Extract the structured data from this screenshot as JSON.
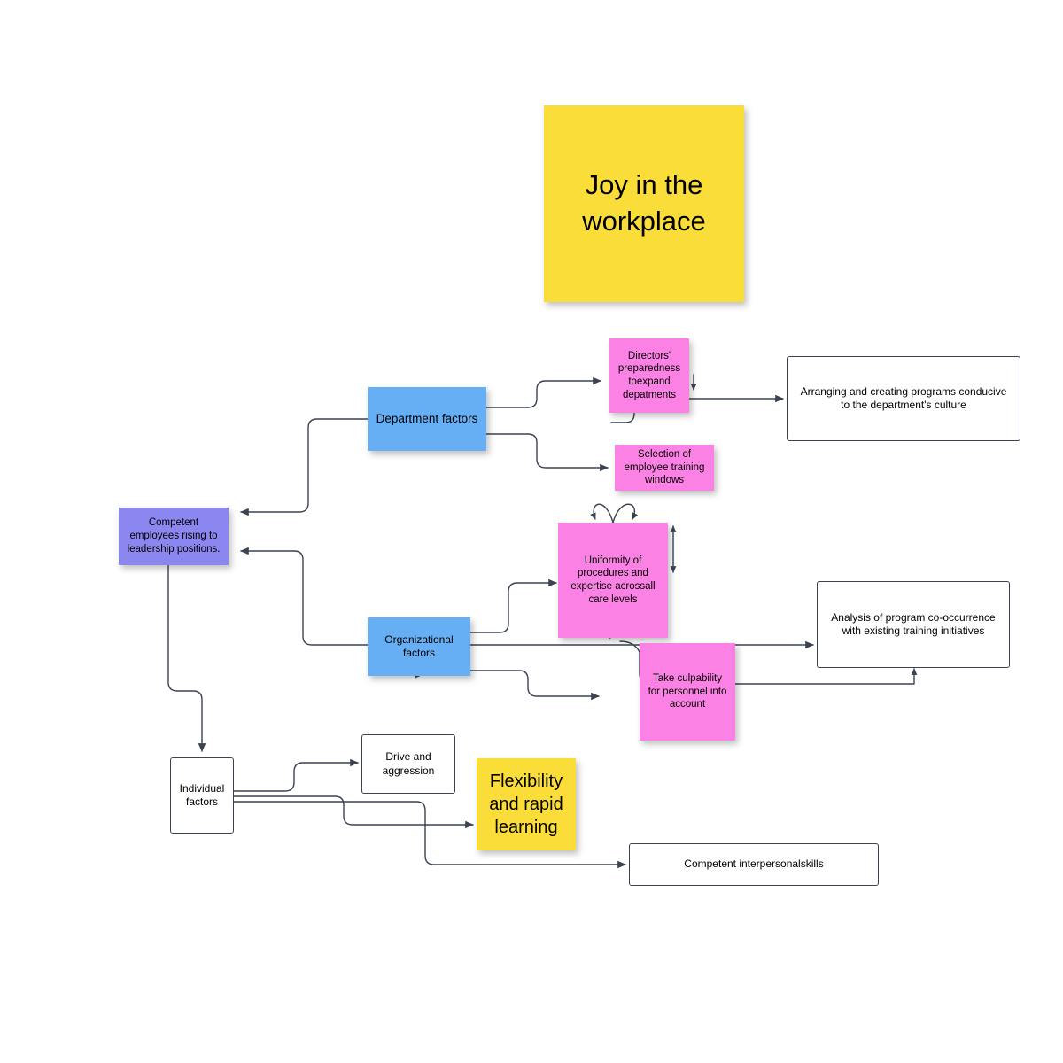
{
  "diagram": {
    "title_note": {
      "text": "Joy in the workplace",
      "color": "#FBDD3A"
    },
    "colors": {
      "yellow": "#FBDD3A",
      "pink": "#FB82E4",
      "blue": "#66AFF5",
      "purple": "#8C86F0",
      "stroke": "#3b4352",
      "background": "#ffffff"
    },
    "nodes": [
      {
        "id": "department-factors",
        "label": "Department factors",
        "shape": "rect",
        "color": "#66AFF5"
      },
      {
        "id": "directors-preparedness",
        "label": "Directors' preparedness toexpand depatments",
        "shape": "sticky",
        "color": "#FB82E4"
      },
      {
        "id": "selection-training-windows",
        "label": "Selection of employee training  windows",
        "shape": "sticky",
        "color": "#FB82E4"
      },
      {
        "id": "arranging-programs",
        "label": "Arranging and creating programs conducive to the department's culture",
        "shape": "rect",
        "color": "#ffffff"
      },
      {
        "id": "competent-employees",
        "label": "Competent employees rising to leadership positions.",
        "shape": "sticky",
        "color": "#8C86F0"
      },
      {
        "id": "organizational-factors",
        "label": "Organizational factors",
        "shape": "rect",
        "color": "#66AFF5"
      },
      {
        "id": "uniformity-procedures",
        "label": "Uniformity of procedures and expertise acrossall care levels",
        "shape": "sticky",
        "color": "#FB82E4"
      },
      {
        "id": "take-culpability",
        "label": "Take culpability for personnel into account",
        "shape": "sticky",
        "color": "#FB82E4"
      },
      {
        "id": "analysis-co-occurrence",
        "label": "Analysis of program co-occurrence with existing training initiatives",
        "shape": "rect",
        "color": "#ffffff"
      },
      {
        "id": "individual-factors",
        "label": "Individual factors",
        "shape": "rect",
        "color": "#ffffff"
      },
      {
        "id": "drive-aggression",
        "label": "Drive and aggression",
        "shape": "rect",
        "color": "#ffffff"
      },
      {
        "id": "flexibility-rapid-learning",
        "label": "Flexibility and rapid learning",
        "shape": "sticky",
        "color": "#FBDD3A"
      },
      {
        "id": "competent-interpersonal",
        "label": "Competent interpersonalskills",
        "shape": "rect",
        "color": "#ffffff"
      }
    ],
    "edges": [
      {
        "from": "department-factors",
        "to": "directors-preparedness"
      },
      {
        "from": "department-factors",
        "to": "selection-training-windows"
      },
      {
        "from": "department-factors",
        "to": "competent-employees"
      },
      {
        "from": "directors-preparedness",
        "to": "arranging-programs"
      },
      {
        "from": "organizational-factors",
        "to": "uniformity-procedures"
      },
      {
        "from": "organizational-factors",
        "to": "analysis-co-occurrence"
      },
      {
        "from": "organizational-factors",
        "to": "take-culpability"
      },
      {
        "from": "organizational-factors",
        "to": "competent-employees"
      },
      {
        "from": "uniformity-procedures",
        "to": "uniformity-procedures"
      },
      {
        "from": "competent-employees",
        "to": "individual-factors"
      },
      {
        "from": "individual-factors",
        "to": "drive-aggression"
      },
      {
        "from": "individual-factors",
        "to": "flexibility-rapid-learning"
      },
      {
        "from": "individual-factors",
        "to": "competent-interpersonal"
      }
    ]
  }
}
